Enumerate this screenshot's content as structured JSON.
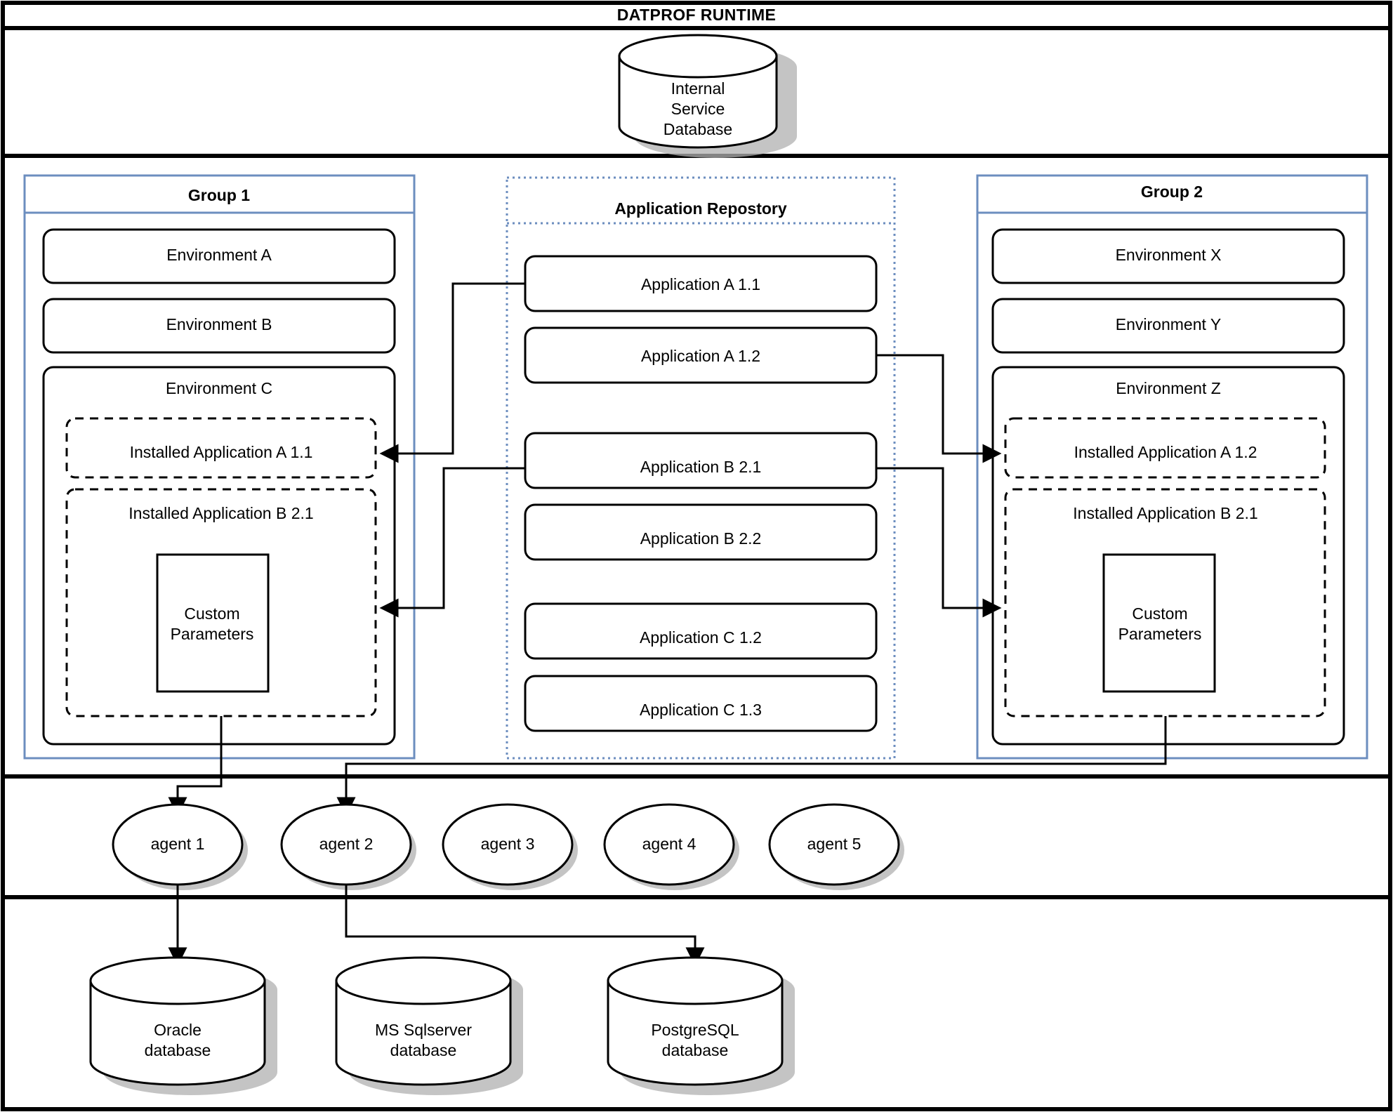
{
  "title": "DATPROF RUNTIME",
  "internal_db": {
    "lines": [
      "Internal",
      "Service",
      "Database"
    ]
  },
  "group1": {
    "title": "Group 1",
    "environments": [
      {
        "label": "Environment A"
      },
      {
        "label": "Environment B"
      },
      {
        "label": "Environment C",
        "installed": [
          {
            "label": "Installed Application A 1.1"
          },
          {
            "label": "Installed Application B 2.1",
            "note": {
              "lines": [
                "Custom",
                "Parameters"
              ]
            }
          }
        ]
      }
    ]
  },
  "group2": {
    "title": "Group 2",
    "environments": [
      {
        "label": "Environment X"
      },
      {
        "label": "Environment Y"
      },
      {
        "label": "Environment Z",
        "installed": [
          {
            "label": "Installed Application A 1.2"
          },
          {
            "label": "Installed Application B 2.1",
            "note": {
              "lines": [
                "Custom",
                "Parameters"
              ]
            }
          }
        ]
      }
    ]
  },
  "repository": {
    "title": "Application Repostory",
    "applications": [
      {
        "label": "Application A 1.1"
      },
      {
        "label": "Application A 1.2"
      },
      {
        "label": "Application B 2.1"
      },
      {
        "label": "Application B 2.2"
      },
      {
        "label": "Application C 1.2"
      },
      {
        "label": "Application C 1.3"
      }
    ]
  },
  "agents": [
    {
      "label": "agent 1"
    },
    {
      "label": "agent 2"
    },
    {
      "label": "agent 3"
    },
    {
      "label": "agent 4"
    },
    {
      "label": "agent 5"
    }
  ],
  "databases": [
    {
      "lines": [
        "Oracle",
        "database"
      ]
    },
    {
      "lines": [
        "MS Sqlserver",
        "database"
      ]
    },
    {
      "lines": [
        "PostgreSQL",
        "database"
      ]
    }
  ],
  "colors": {
    "group_border": "#6c8ebf",
    "repo_border": "#6c8ebf",
    "frame": "#000000",
    "shadow": "#b0b0b0"
  }
}
